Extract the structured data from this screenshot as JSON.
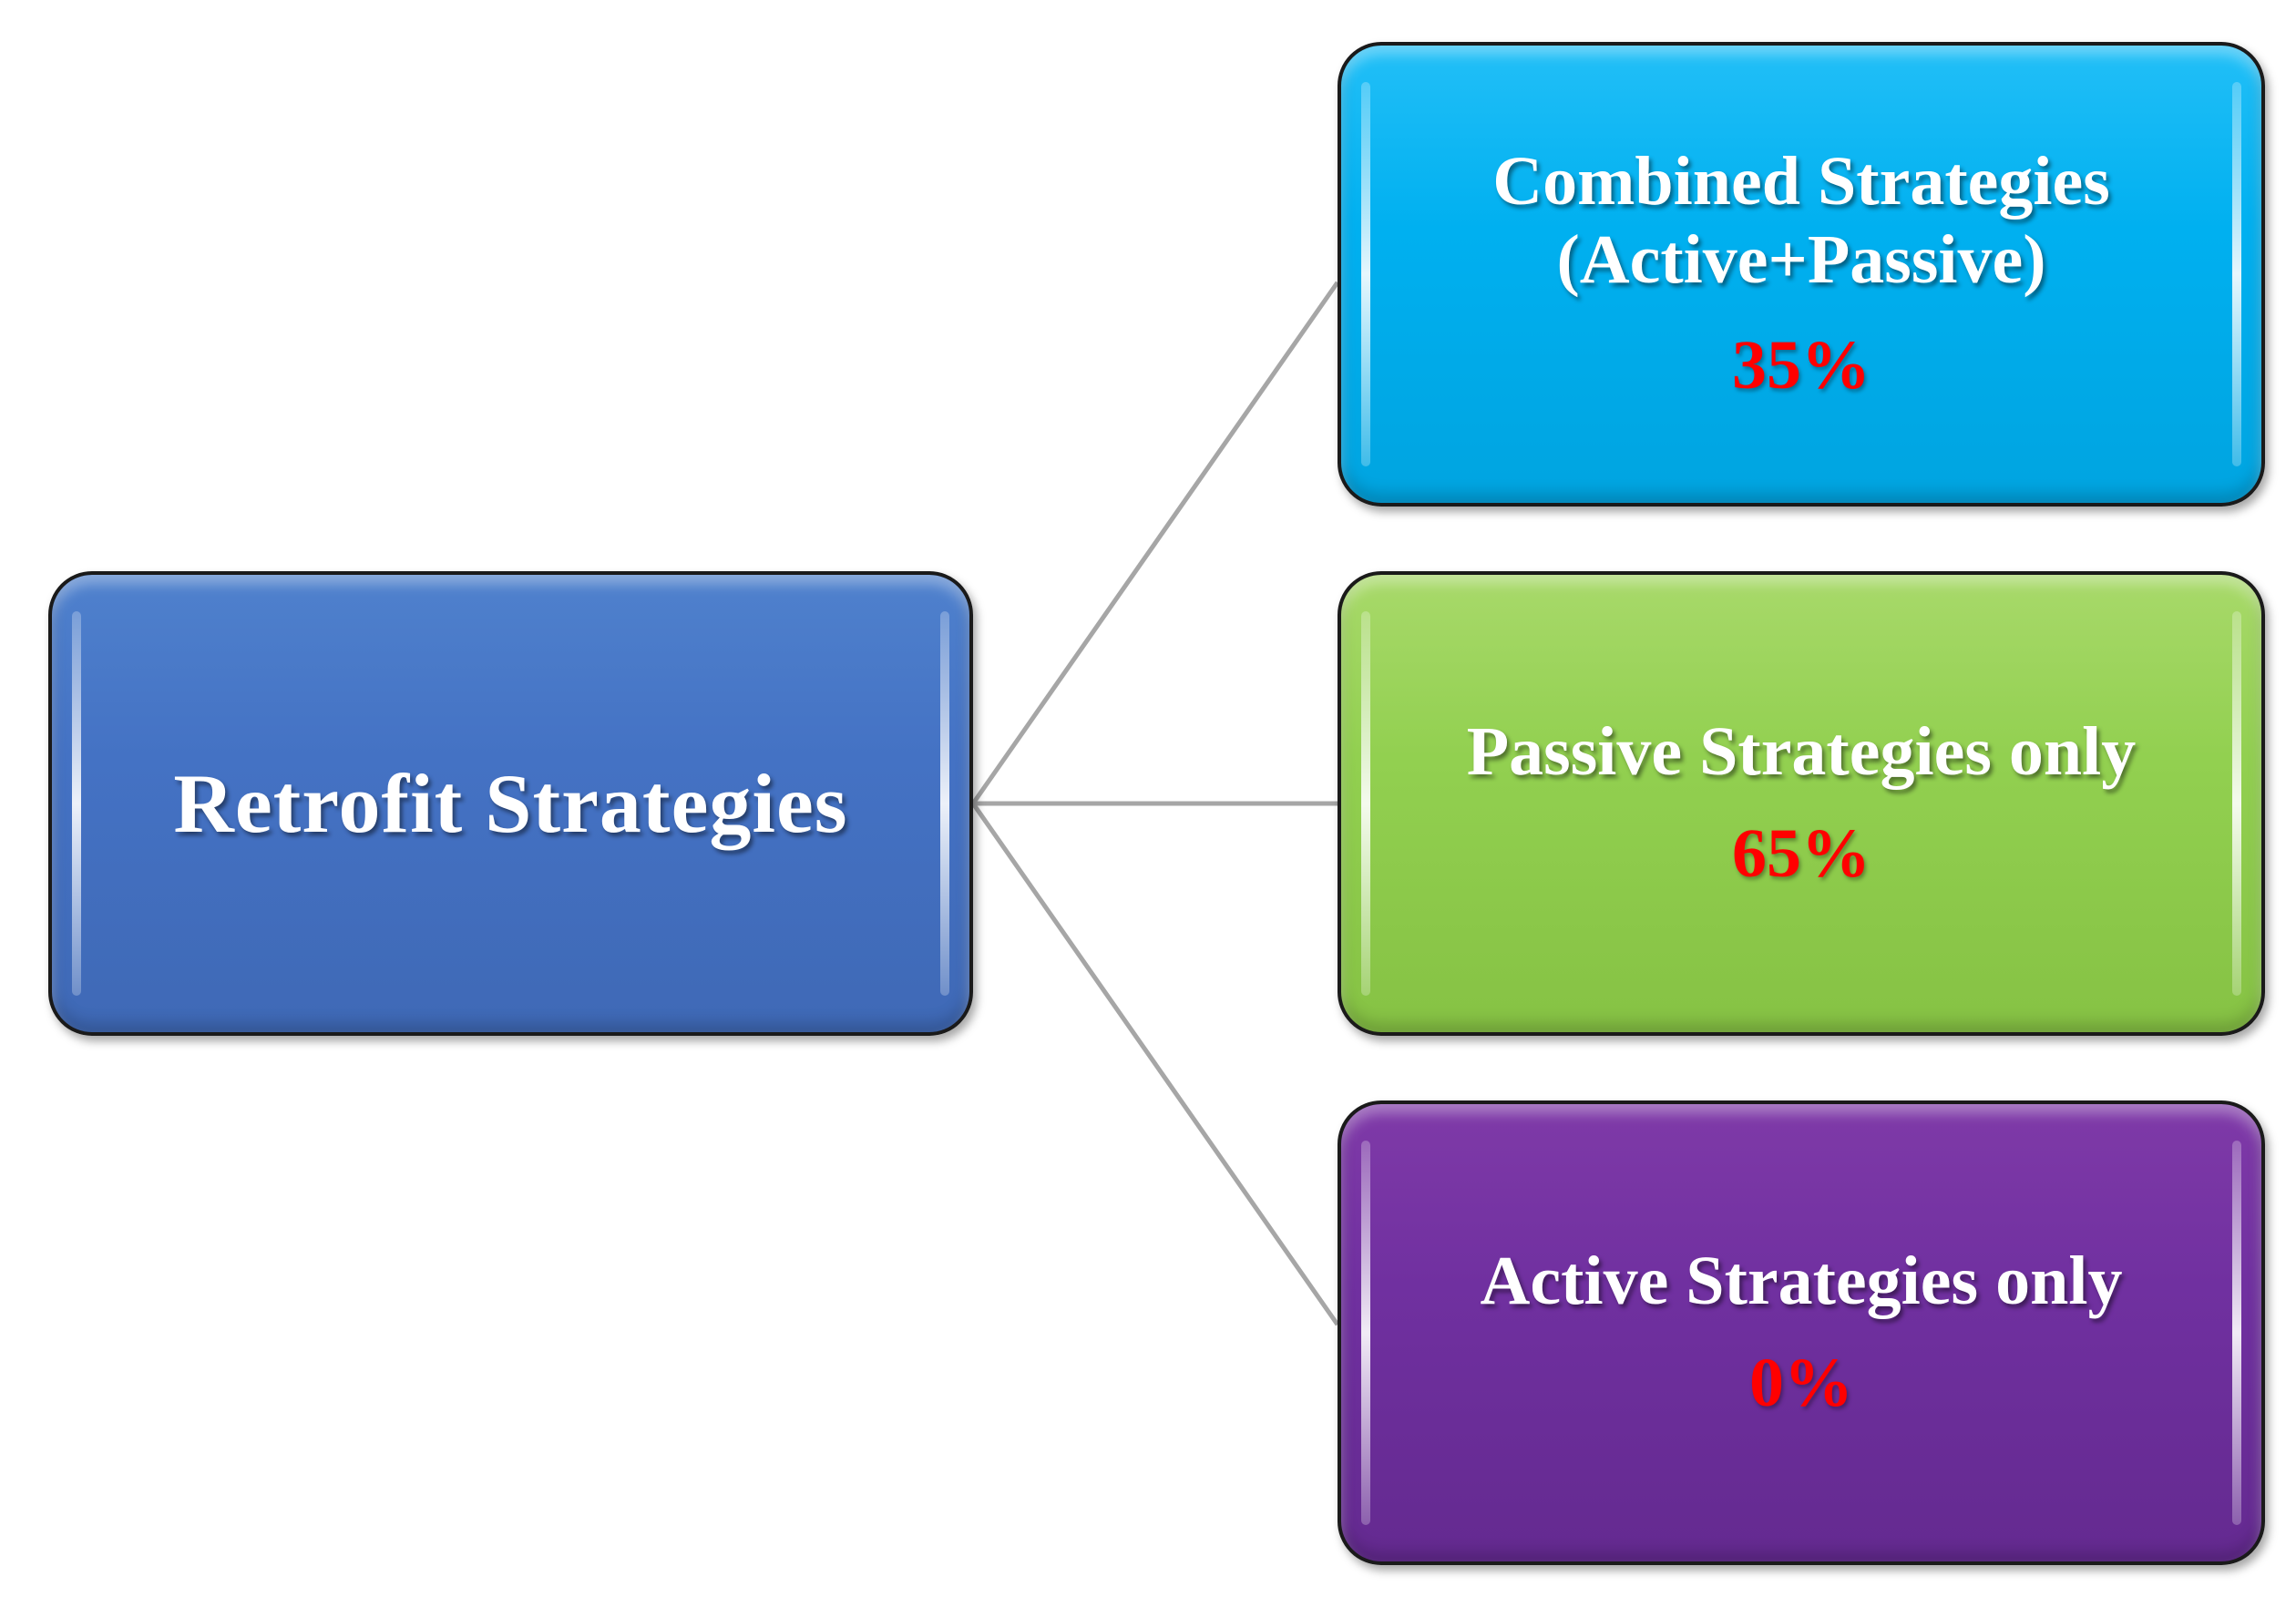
{
  "diagram": {
    "root": {
      "label": "Retrofit Strategies",
      "color": "#4472c4"
    },
    "children": [
      {
        "label": "Combined Strategies (Active+Passive)",
        "value": "35%",
        "color": "#00b0f0"
      },
      {
        "label": "Passive Strategies only",
        "value": "65%",
        "color": "#92d050"
      },
      {
        "label": "Active Strategies only",
        "value": "0%",
        "color": "#7030a0"
      }
    ],
    "value_color": "#ff0000",
    "connector_color": "#a6a6a6"
  }
}
